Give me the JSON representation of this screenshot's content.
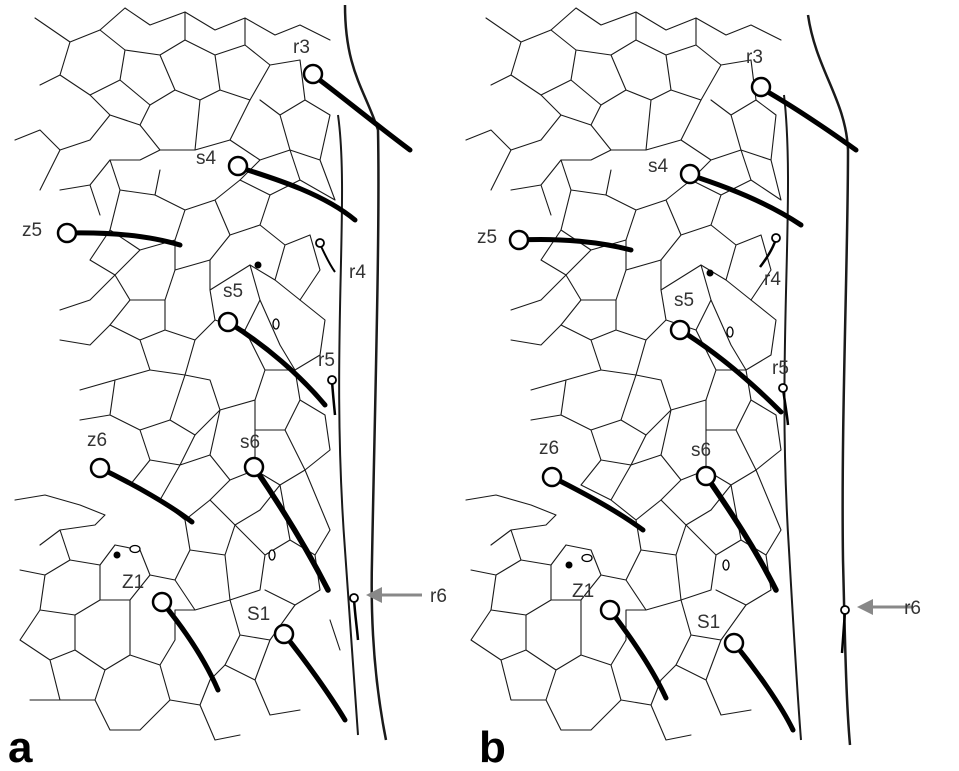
{
  "figure": {
    "panels": [
      {
        "id": "a",
        "panel_label": "a",
        "labels": {
          "r3": "r3",
          "s4": "s4",
          "z5": "z5",
          "r4": "r4",
          "s5": "s5",
          "r5": "r5",
          "z6": "z6",
          "s6": "s6",
          "Z1": "Z1",
          "S1": "S1",
          "r6": "r6"
        },
        "arrow_target": "r6"
      },
      {
        "id": "b",
        "panel_label": "b",
        "labels": {
          "r3": "r3",
          "s4": "s4",
          "z5": "z5",
          "r4": "r4",
          "s5": "s5",
          "r5": "r5",
          "z6": "z6",
          "s6": "s6",
          "Z1": "Z1",
          "S1": "S1",
          "r6": "r6"
        },
        "arrow_target": "r6"
      }
    ],
    "colors": {
      "line": "#1a1a1a",
      "label": "#333333",
      "arrow": "#888888",
      "panel_label": "#000000"
    }
  }
}
